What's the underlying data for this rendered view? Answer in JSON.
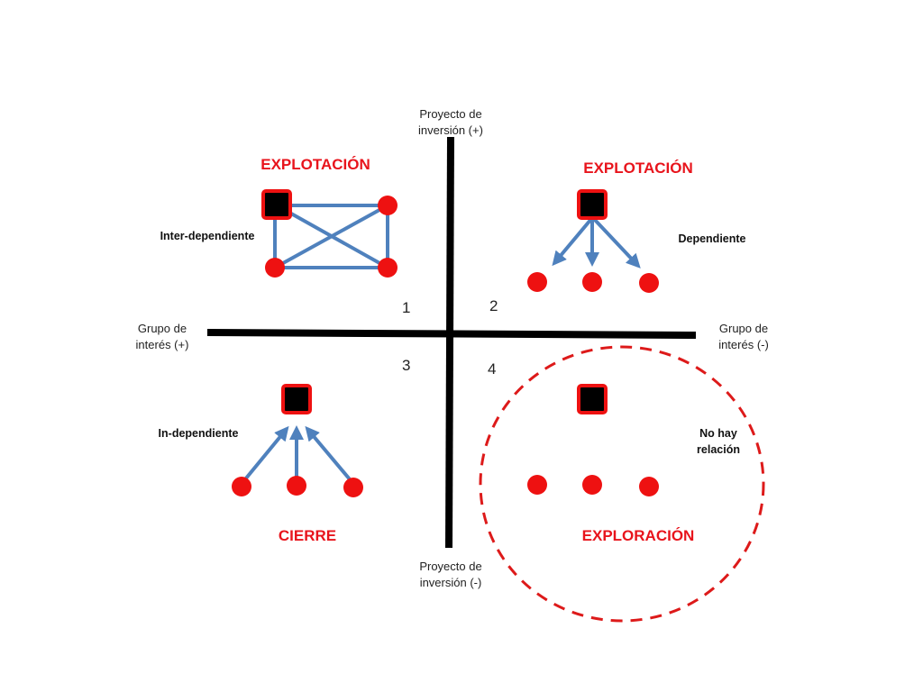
{
  "axes": {
    "top": "Proyecto de\ninversión (+)",
    "bottom": "Proyecto de\ninversión (-)",
    "left": "Grupo de\ninterés (+)",
    "right": "Grupo de\ninterés (-)"
  },
  "quadrants": [
    {
      "number": "1",
      "title": "EXPLOTACIÓN",
      "relation": "Inter-dependiente"
    },
    {
      "number": "2",
      "title": "EXPLOTACIÓN",
      "relation": "Dependiente"
    },
    {
      "number": "3",
      "title": "CIERRE",
      "relation": "In-dependiente"
    },
    {
      "number": "4",
      "title": "EXPLORACIÓN",
      "relation": "No hay\nrelación"
    }
  ],
  "colors": {
    "node_red": "#ee1111",
    "square_fill": "#000000",
    "arrow_blue": "#4f81bd",
    "axis": "#000000",
    "title_red": "#e8141c"
  }
}
